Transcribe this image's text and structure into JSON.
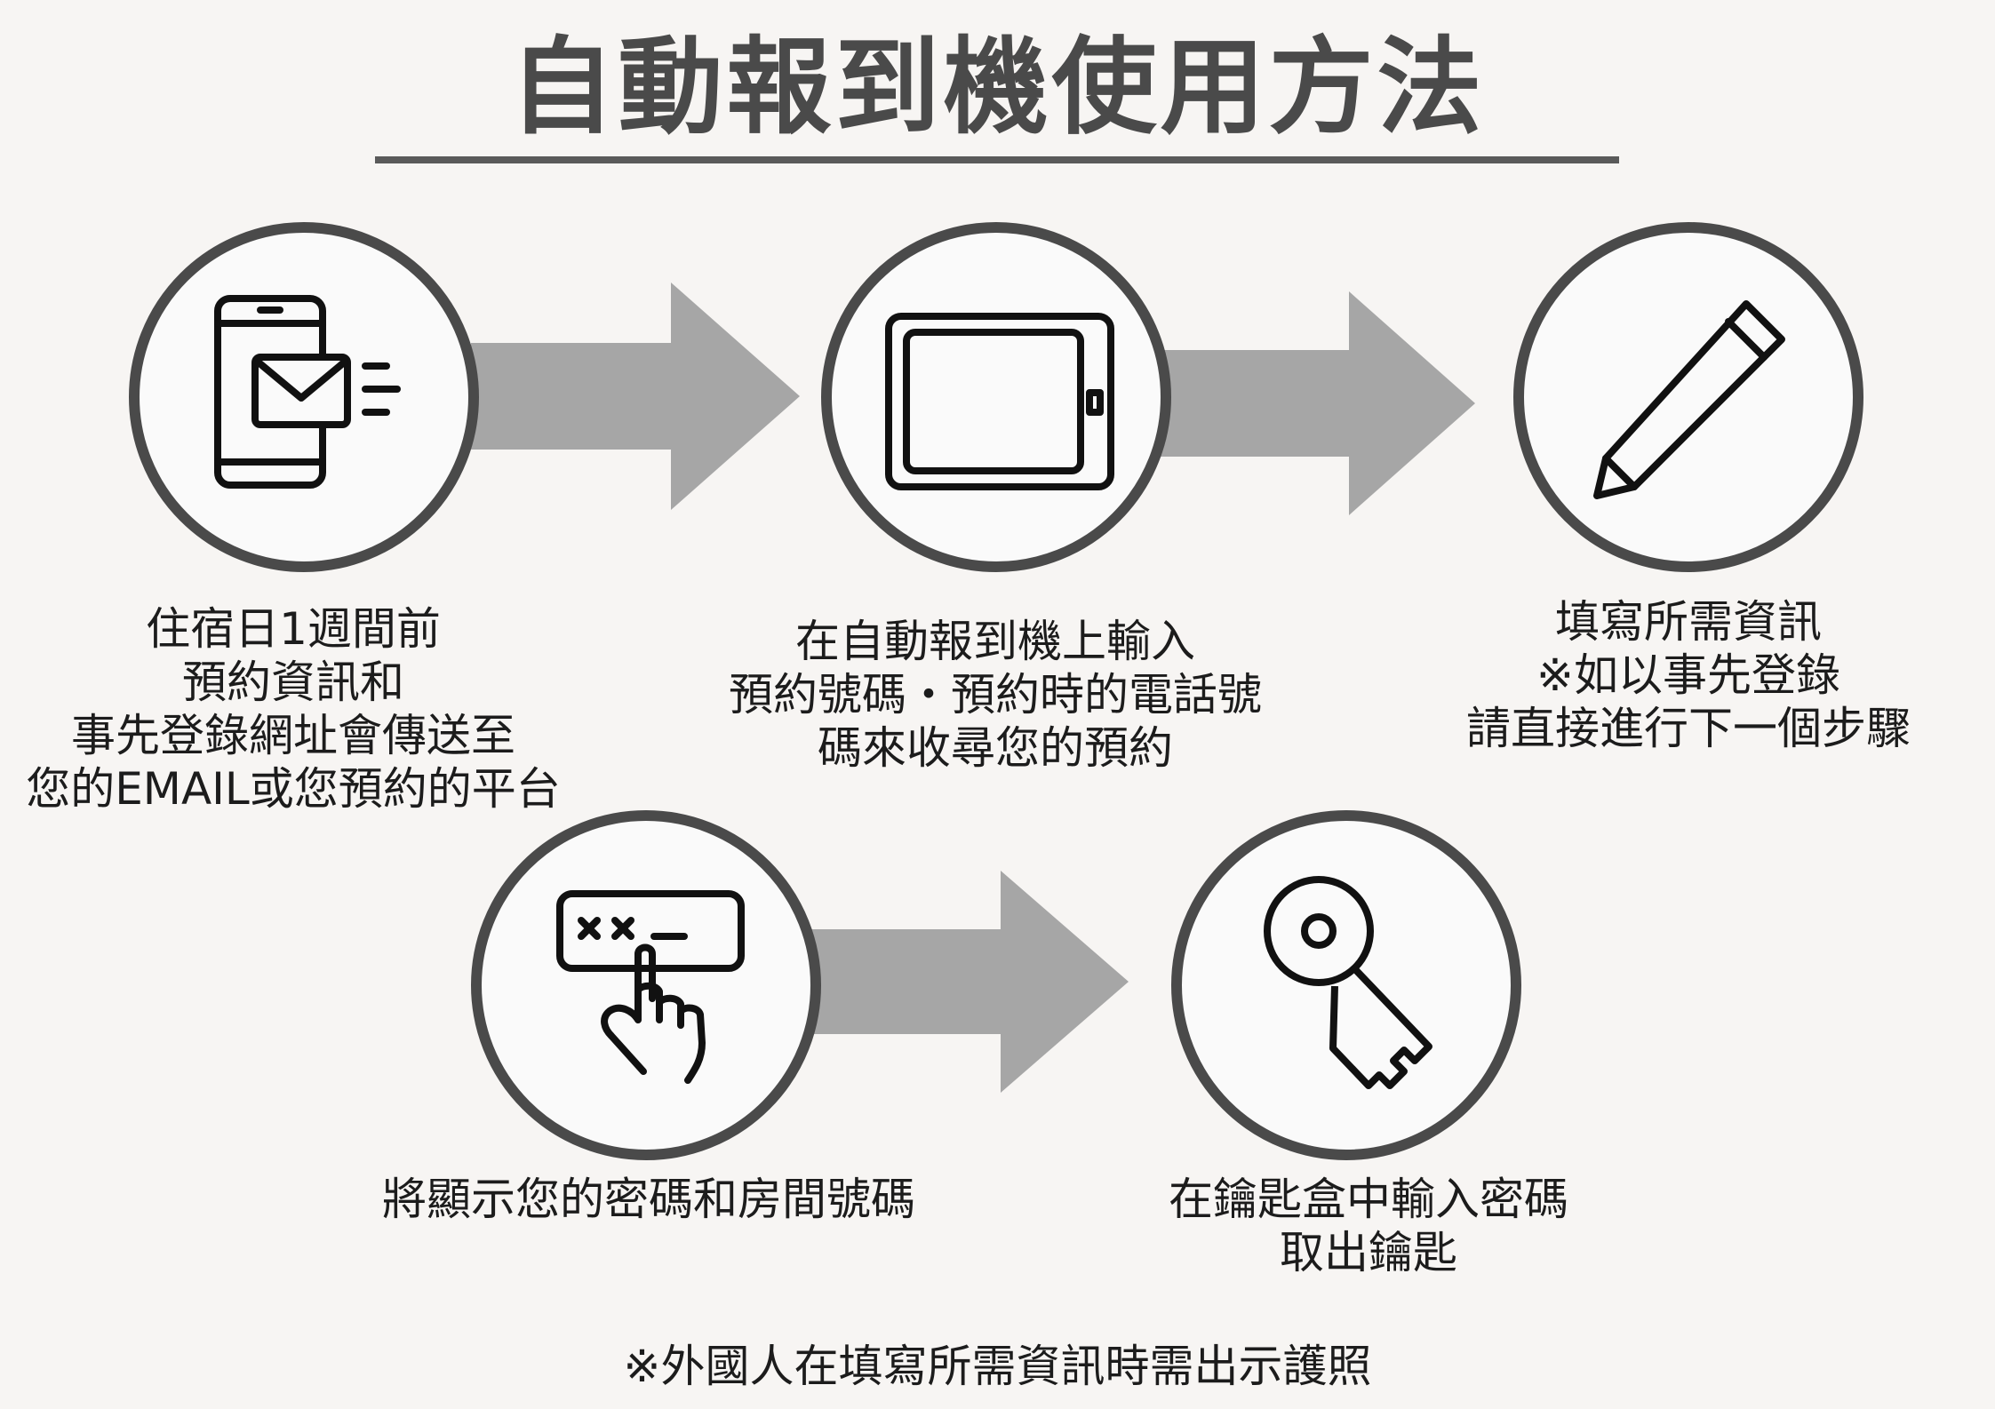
{
  "title": "自動報到機使用方法",
  "colors": {
    "accent": "#4a4a4a",
    "arrow": "#a6a6a6",
    "background": "#f7f5f3"
  },
  "steps": [
    {
      "icon": "phone-mail-icon",
      "lines": [
        "住宿日1週間前",
        "預約資訊和",
        "事先登錄網址會傳送至",
        "您的EMAIL或您預約的平台"
      ]
    },
    {
      "icon": "tablet-icon",
      "lines": [
        "在自動報到機上輸入",
        "預約號碼・預約時的電話號",
        "碼來收尋您的預約"
      ]
    },
    {
      "icon": "pencil-icon",
      "lines": [
        "填寫所需資訊",
        "※如以事先登錄",
        "請直接進行下一個步驟"
      ]
    },
    {
      "icon": "password-keypad-icon",
      "lines": [
        "將顯示您的密碼和房間號碼"
      ]
    },
    {
      "icon": "key-icon",
      "lines": [
        "在鑰匙盒中輸入密碼",
        "取出鑰匙"
      ]
    }
  ],
  "footnote": "※外國人在填寫所需資訊時需出示護照"
}
